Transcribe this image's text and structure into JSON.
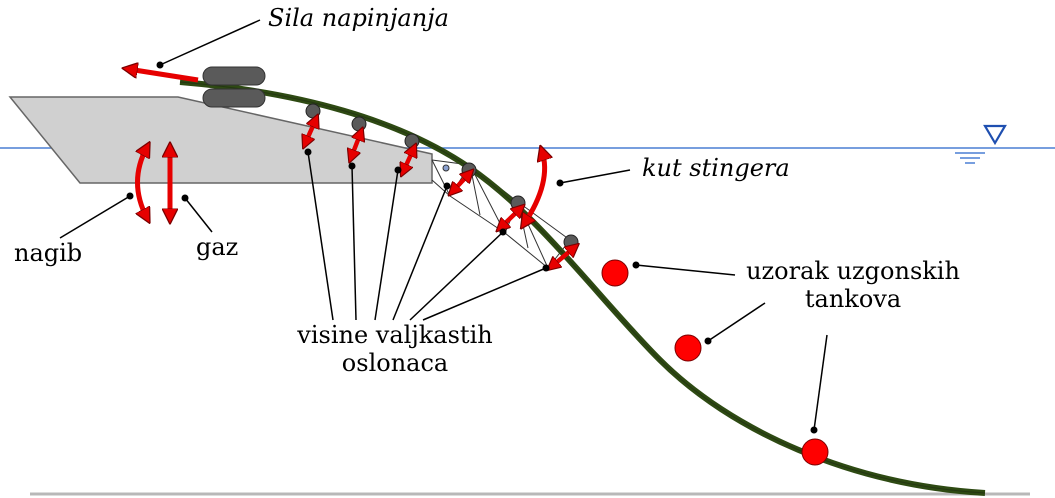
{
  "labels": {
    "tension_force": "Sila napinjanja",
    "stinger_angle": "kut stingera",
    "pitch": "nagib",
    "draft": "gaz",
    "roller_heights_line1": "visine valjkastih",
    "roller_heights_line2": "oslonaca",
    "buoyancy_line1": "uzorak uzgonskih",
    "buoyancy_line2": "tankova"
  },
  "colors": {
    "pipeline": "#2e4a13",
    "water_line": "#4a7fd4",
    "vessel_fill": "#d0d0d0",
    "arrow_red": "#e60000",
    "buoy_red": "#ff0000",
    "roller_grey": "#5a5a5a",
    "seabed": "#b8b8b8"
  },
  "icons": [
    "water-level-icon",
    "tensioner-icon",
    "roller-icon",
    "buoyancy-tank-icon"
  ]
}
